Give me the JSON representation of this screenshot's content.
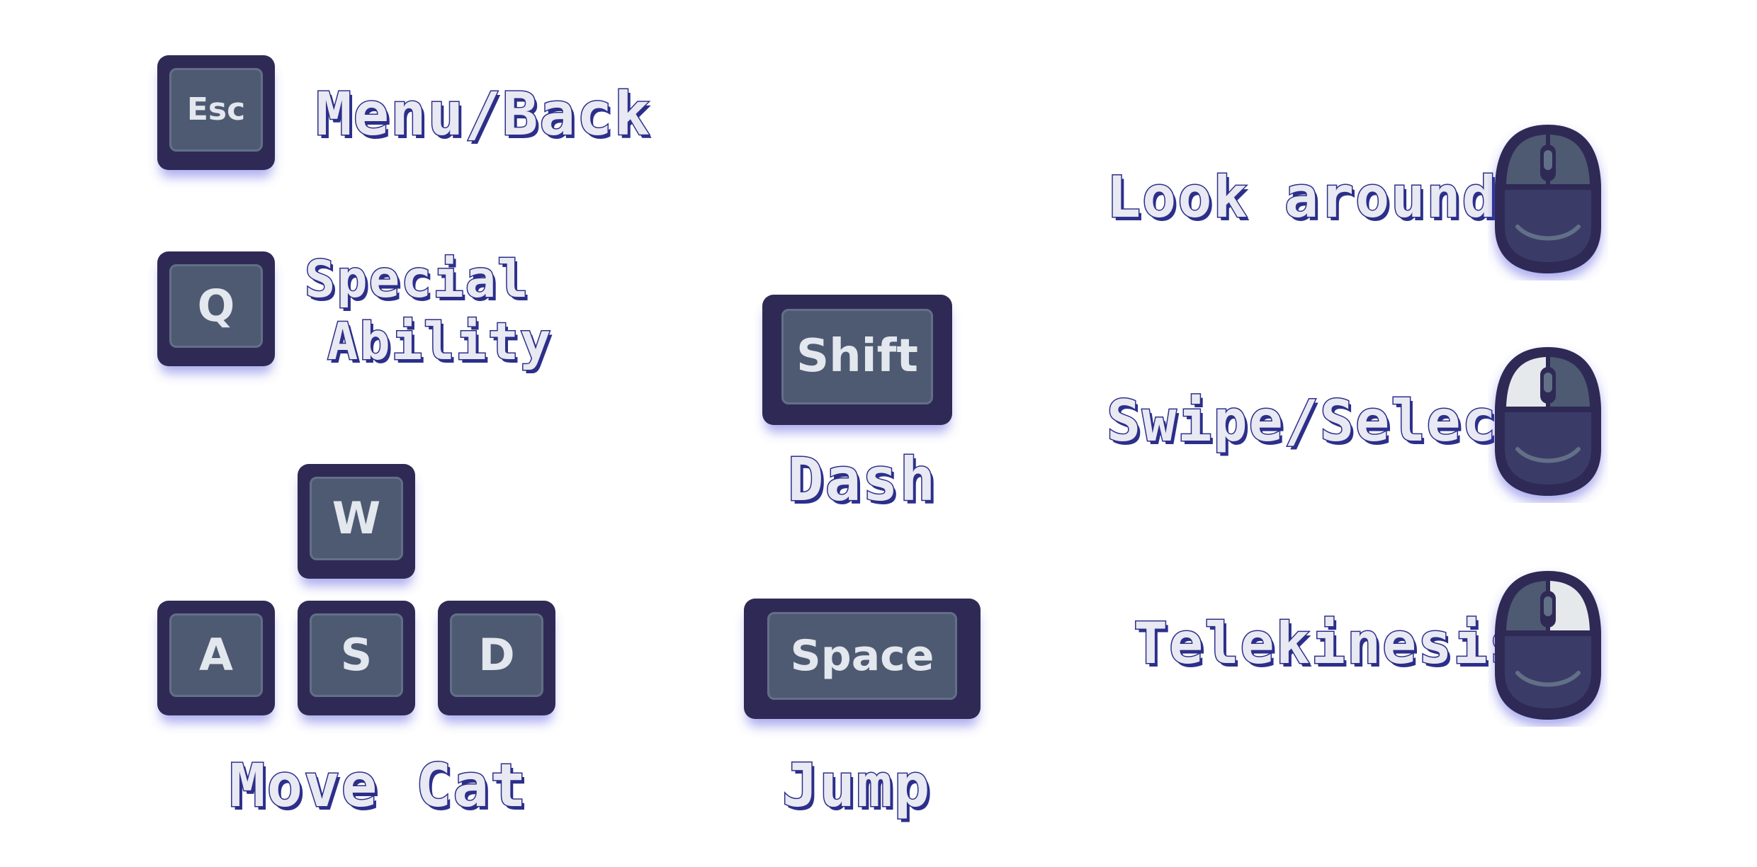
{
  "keys": {
    "esc": "Esc",
    "q": "Q",
    "w": "W",
    "a": "A",
    "s": "S",
    "d": "D",
    "shift": "Shift",
    "space": "Space"
  },
  "labels": {
    "menu_back": "Menu/Back",
    "special_ability_line1": "Special",
    "special_ability_line2": "Ability",
    "move_cat": "Move Cat",
    "dash": "Dash",
    "jump": "Jump",
    "look_around": "Look around",
    "swipe_select": "Swipe/Select",
    "telekinesis": "Telekinesis"
  },
  "colors": {
    "key_body": "#2f2a55",
    "key_cap": "#4e5a72",
    "key_text": "#e3e7ee",
    "label_text": "#e8e9f2",
    "label_outline": "#2c2f8a",
    "mouse_highlight": "#e6e9ec"
  },
  "icons": {
    "mouse_look": "mouse-move-icon",
    "mouse_select": "mouse-left-click-icon",
    "mouse_telekinesis": "mouse-right-click-icon"
  }
}
